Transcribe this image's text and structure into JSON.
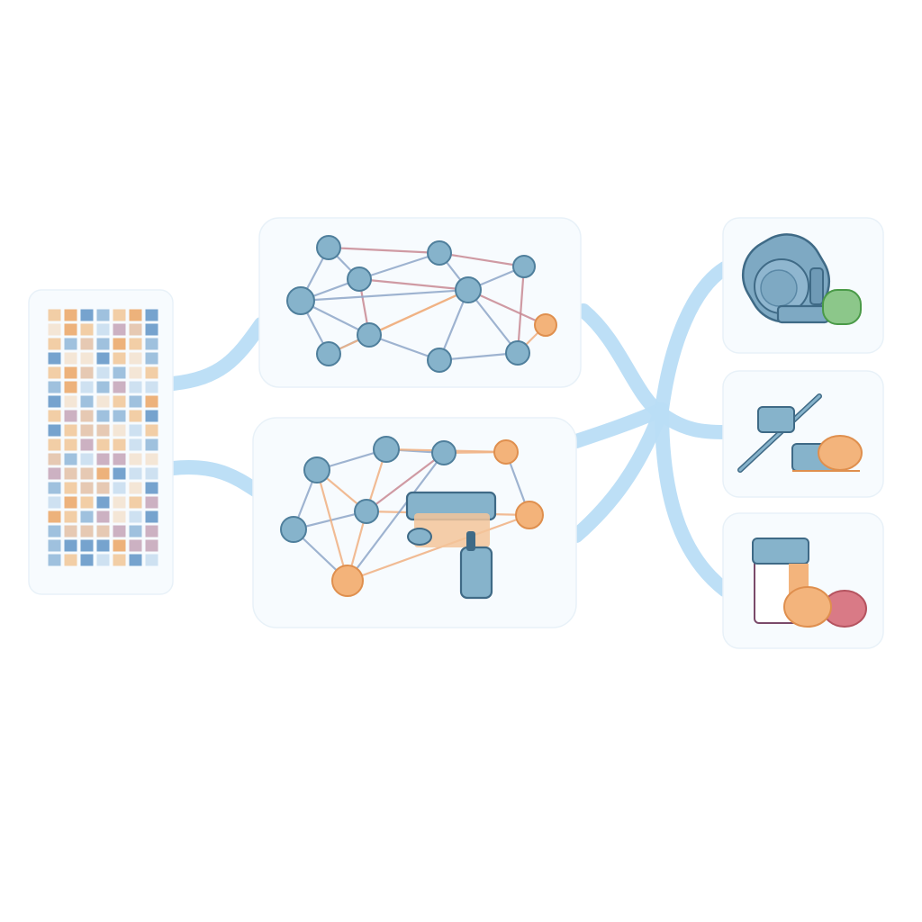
{
  "colors": {
    "background": "#ffffff",
    "panel": "#f7fbfe",
    "connector": "#b9ddf5",
    "node_blue": "#86b3cb",
    "node_blue_stroke": "#4f7f9c",
    "node_orange": "#f3b37a",
    "node_orange_stroke": "#df8f4e",
    "edge_blue": "#8fa7c9",
    "edge_red": "#c98a94",
    "edge_orange": "#f0b182",
    "icon_blue": "#7ea9c3",
    "icon_blue_dark": "#3f6a86",
    "icon_green": "#8cc78a",
    "icon_green_stroke": "#4a9a48",
    "icon_orange": "#f3b47c",
    "icon_red": "#d97a86"
  },
  "input_matrix": {
    "rows": 18,
    "cols": 7,
    "palette": [
      "#5f93c6",
      "#8fb6d8",
      "#c7dcee",
      "#f1c596",
      "#eba564",
      "#e3c0a6",
      "#c4a3b7",
      "#f3e2cf"
    ]
  },
  "graph_top": {
    "nodes": [
      {
        "id": "a",
        "type": "blue"
      },
      {
        "id": "b",
        "type": "blue"
      },
      {
        "id": "c",
        "type": "blue"
      },
      {
        "id": "d",
        "type": "blue"
      },
      {
        "id": "e",
        "type": "blue"
      },
      {
        "id": "f",
        "type": "blue"
      },
      {
        "id": "g",
        "type": "blue"
      },
      {
        "id": "h",
        "type": "blue"
      },
      {
        "id": "i",
        "type": "blue"
      },
      {
        "id": "j",
        "type": "blue"
      },
      {
        "id": "k",
        "type": "orange"
      }
    ]
  },
  "graph_bottom": {
    "nodes": [
      {
        "id": "a",
        "type": "blue"
      },
      {
        "id": "b",
        "type": "blue"
      },
      {
        "id": "c",
        "type": "blue"
      },
      {
        "id": "d",
        "type": "blue"
      },
      {
        "id": "e",
        "type": "blue"
      },
      {
        "id": "f",
        "type": "orange"
      },
      {
        "id": "g",
        "type": "orange"
      },
      {
        "id": "h",
        "type": "orange"
      }
    ],
    "overlay_icon": "plug-icon"
  },
  "outputs": [
    {
      "icon": "microscope-icon",
      "accent": "green"
    },
    {
      "icon": "scalpel-icon",
      "accent": "orange"
    },
    {
      "icon": "vial-icon",
      "accent": "red"
    }
  ]
}
